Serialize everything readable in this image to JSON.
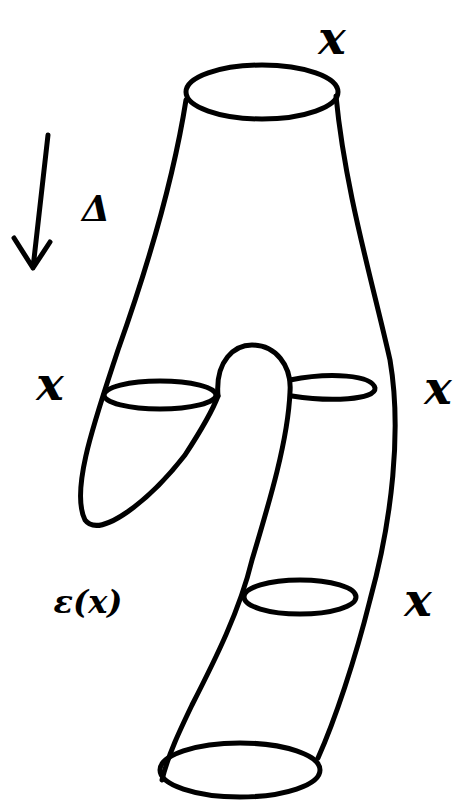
{
  "diagram": {
    "labels": [
      "x",
      "Δ",
      "x",
      "x",
      "ε(x)",
      "x"
    ]
  }
}
